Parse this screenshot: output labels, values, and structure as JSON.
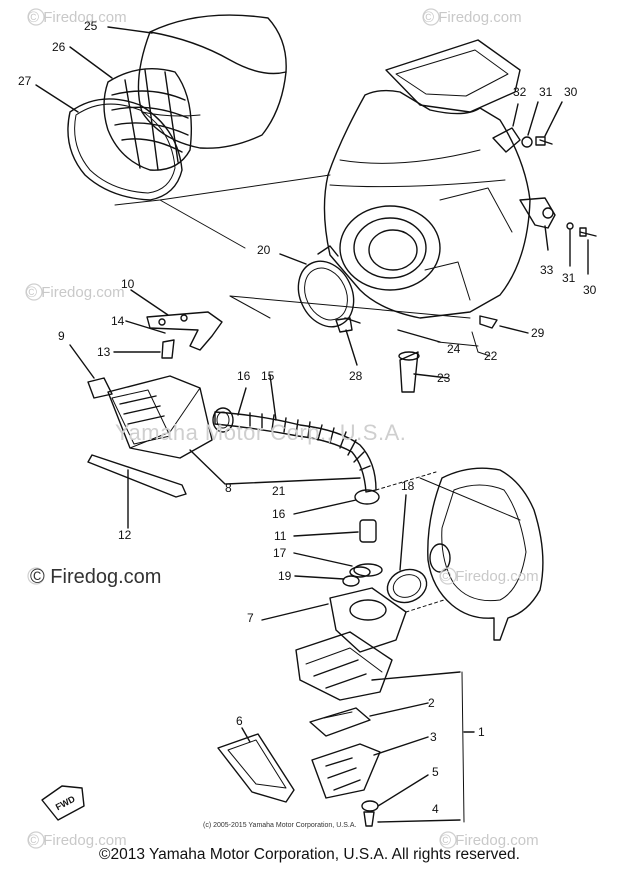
{
  "callouts": {
    "c25": "25",
    "c26": "26",
    "c27": "27",
    "c32": "32",
    "c31a": "31",
    "c30a": "30",
    "c20": "20",
    "c33": "33",
    "c31b": "31",
    "c30b": "30",
    "c10": "10",
    "c14": "14",
    "c9": "9",
    "c13": "13",
    "c16a": "16",
    "c15": "15",
    "c28": "28",
    "c24": "24",
    "c22": "22",
    "c23": "23",
    "c29": "29",
    "c8": "8",
    "c12": "12",
    "c21": "21",
    "c18": "18",
    "c16b": "16",
    "c11": "11",
    "c17": "17",
    "c19": "19",
    "c7": "7",
    "c2": "2",
    "c1": "1",
    "c3": "3",
    "c6": "6",
    "c5": "5",
    "c4": "4"
  },
  "watermarks": {
    "firedog": "© Firedog.com",
    "firedog_large": "© Firedog.com",
    "yamaha_center": "Yamaha Motor Corp., U.S.A."
  },
  "small_copyright": "(c) 2005-2015 Yamaha Motor Corporation, U.S.A.",
  "fwd_label": "FWD",
  "footer": "©2013 Yamaha Motor Corporation, U.S.A. All rights reserved."
}
